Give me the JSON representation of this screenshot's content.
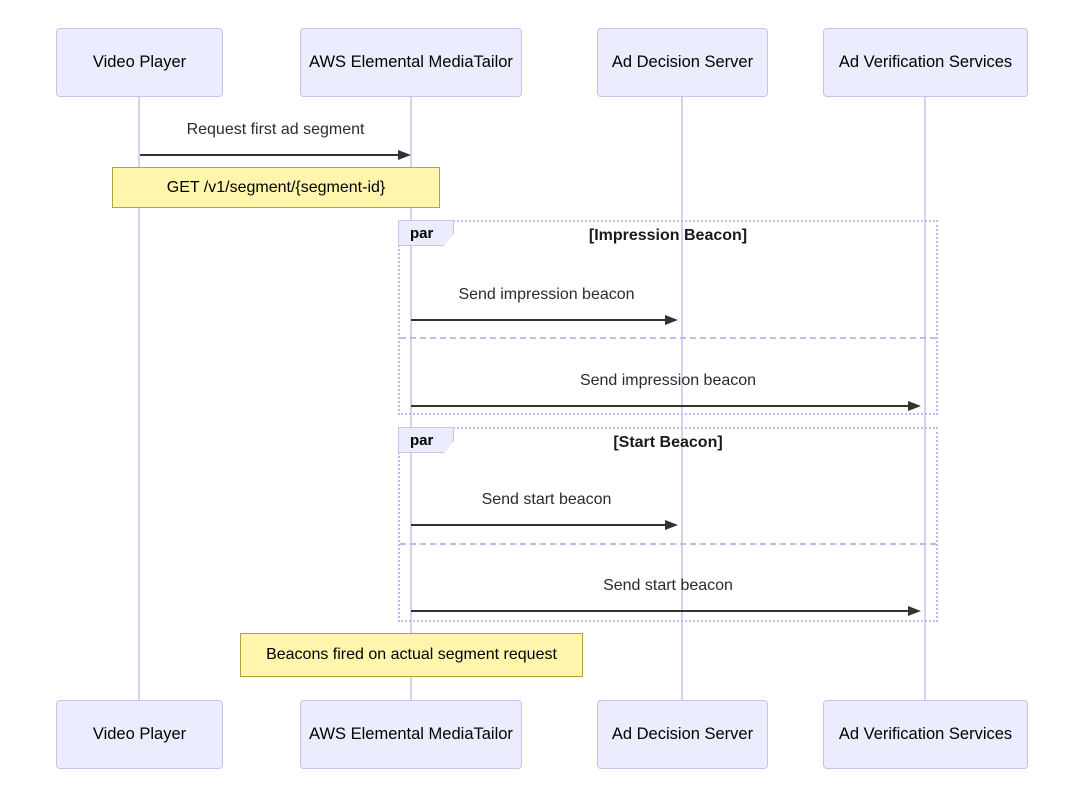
{
  "diagram": {
    "type": "sequence-diagram",
    "background": "#ffffff",
    "actors": [
      {
        "label": "Video Player"
      },
      {
        "label": "AWS Elemental MediaTailor"
      },
      {
        "label": "Ad Decision Server"
      },
      {
        "label": "Ad Verification Services"
      }
    ],
    "messages": [
      {
        "from": "Video Player",
        "to": "AWS Elemental MediaTailor",
        "label": "Request first ad segment",
        "arrow": "solid-filled-head"
      },
      {
        "from": "AWS Elemental MediaTailor",
        "to": "Ad Decision Server",
        "label": "Send impression beacon",
        "arrow": "solid-filled-head"
      },
      {
        "from": "AWS Elemental MediaTailor",
        "to": "Ad Verification Services",
        "label": "Send impression beacon",
        "arrow": "solid-filled-head"
      },
      {
        "from": "AWS Elemental MediaTailor",
        "to": "Ad Decision Server",
        "label": "Send start beacon",
        "arrow": "solid-filled-head"
      },
      {
        "from": "AWS Elemental MediaTailor",
        "to": "Ad Verification Services",
        "label": "Send start beacon",
        "arrow": "solid-filled-head"
      }
    ],
    "notes": [
      {
        "over": "Video Player, AWS Elemental MediaTailor",
        "label": "GET /v1/segment/{segment-id}"
      },
      {
        "over": "AWS Elemental MediaTailor",
        "label": "Beacons fired on actual segment request"
      }
    ],
    "parallel_blocks": [
      {
        "keyword": "par",
        "condition": "[Impression Beacon]"
      },
      {
        "keyword": "par",
        "condition": "[Start Beacon]"
      }
    ],
    "colors": {
      "actor_fill": "#ECECFF",
      "actor_border": "#C8C2EC",
      "lifeline": "#D5D1EE",
      "note_fill": "#FFF5AD",
      "note_border": "#AAAA33",
      "block_border": "#C1BAEA",
      "arrow": "#333333",
      "message_text": "#2B2B2B"
    }
  }
}
